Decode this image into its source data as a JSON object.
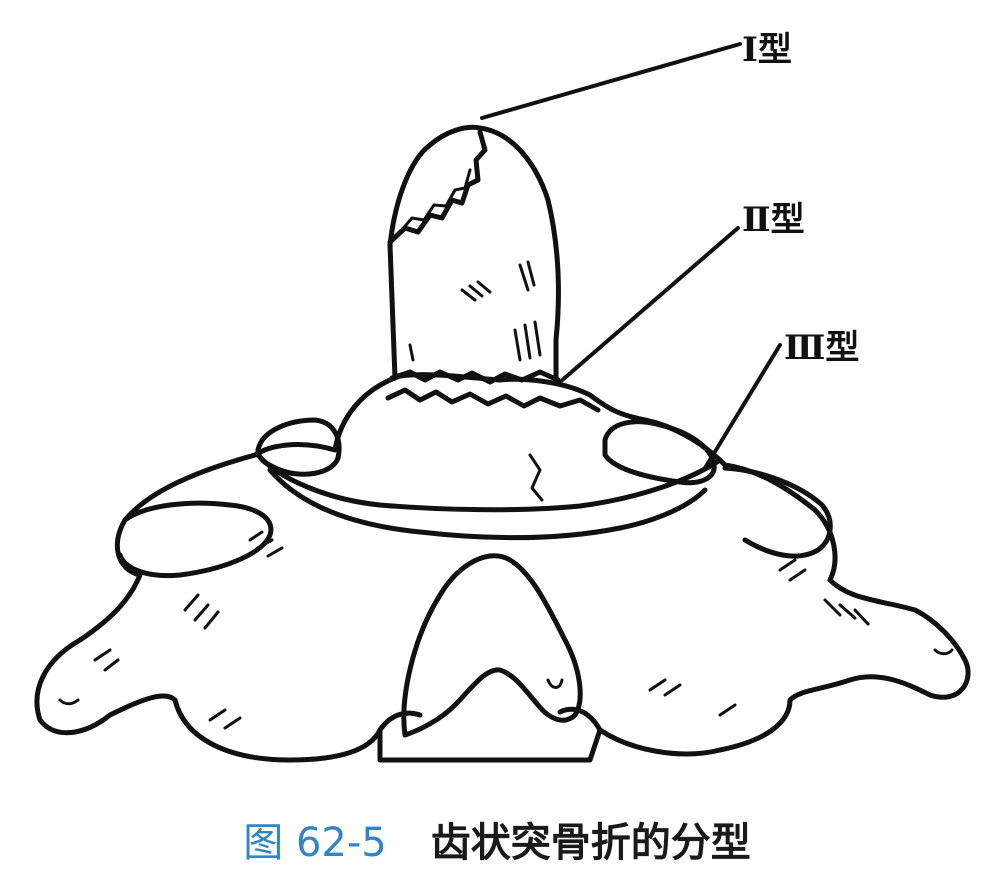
{
  "labels": {
    "type1": "Ⅰ型",
    "type2": "Ⅱ型",
    "type3": "Ⅲ型"
  },
  "caption": {
    "number": "图 62-5",
    "title": "齿状突骨折的分型"
  },
  "colors": {
    "caption_number": "#2e86c9",
    "ink": "#111111"
  }
}
